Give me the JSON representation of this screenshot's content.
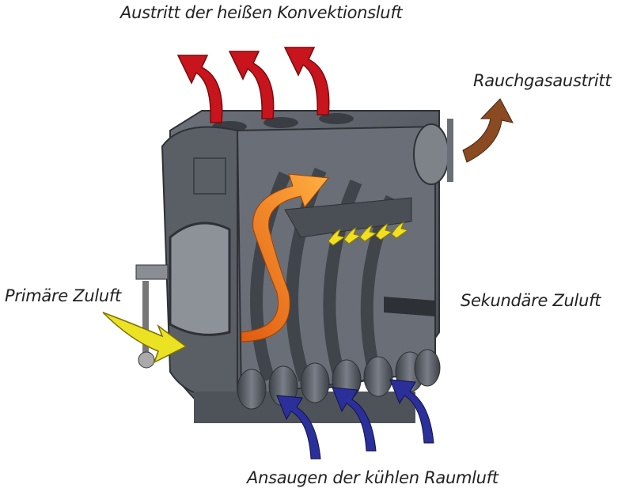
{
  "labels": {
    "convection_out": "Austritt der heißen Konvektionsluft",
    "flue_gas_out": "Rauchgasaustritt",
    "primary_air": "Primäre Zuluft",
    "secondary_air": "Sekundäre Zuluft",
    "room_air_intake": "Ansaugen der kühlen Raumluft"
  },
  "colors": {
    "stove_body": "#5b6068",
    "stove_dark": "#3f434a",
    "hot_air": "#c8141c",
    "flue_gas": "#8a4a22",
    "primary_air": "#e8e020",
    "cool_air": "#2a2f9a",
    "flame": "#f08a1e"
  }
}
